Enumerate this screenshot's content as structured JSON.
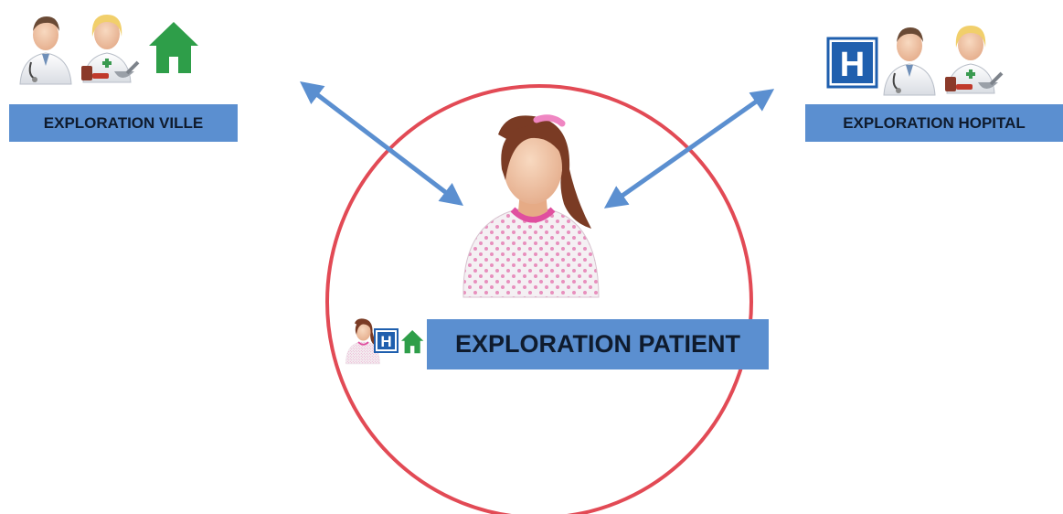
{
  "labels": {
    "ville": "EXPLORATION VILLE",
    "hopital": "EXPLORATION HOPITAL",
    "patient": "EXPLORATION PATIENT"
  },
  "hospital_sign_letter": "H",
  "colors": {
    "label_bg": "#5b8fd0",
    "label_text": "#0f1b2d",
    "circle": "#e24a55",
    "arrow": "#5b8fd0",
    "house": "#2e9e49",
    "hospital_sign": "#1f5fae",
    "gown_dots": "#e88fbd",
    "skin": "#f2c6a6",
    "hair": "#7a3b24"
  },
  "icons": [
    "doctor-icon",
    "pharmacist-icon",
    "house-icon",
    "hospital-sign-icon",
    "patient-icon"
  ]
}
